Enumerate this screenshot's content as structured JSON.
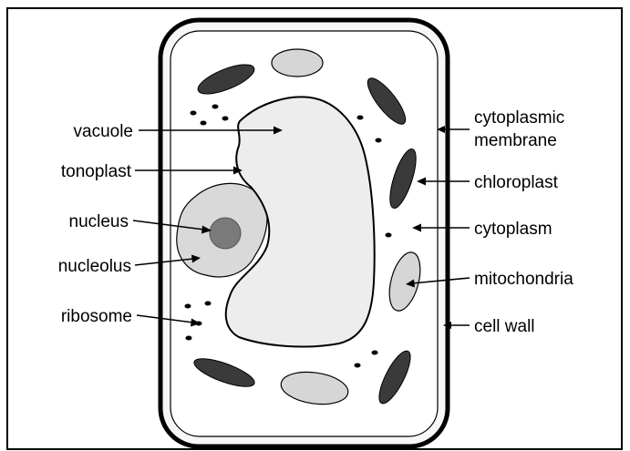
{
  "labels": {
    "vacuole": "vacuole",
    "tonoplast": "tonoplast",
    "nucleus": "nucleus",
    "nucleolus": "nucleolus",
    "ribosome": "ribosome",
    "cytoplasmic_1": "cytoplasmic",
    "cytoplasmic_2": "membrane",
    "chloroplast": "chloroplast",
    "cytoplasm": "cytoplasm",
    "mitochondria": "mitochondria",
    "cell_wall": "cell wall"
  },
  "colors": {
    "outline": "#000000",
    "vacuole_fill": "#ededed",
    "nucleus_fill": "#d9d9d9",
    "nucleolus_fill": "#7a7a7a",
    "chloroplast_fill": "#3a3a3a",
    "mitochondria_fill": "#d6d6d6"
  }
}
